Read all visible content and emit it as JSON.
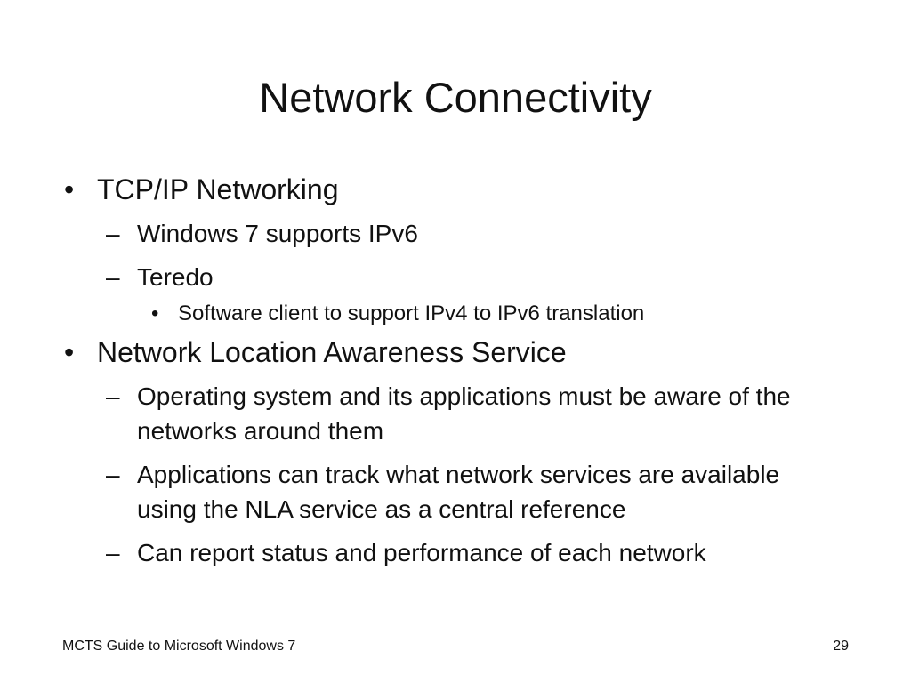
{
  "slide": {
    "title": "Network Connectivity",
    "bullets": [
      {
        "text": "TCP/IP Networking",
        "subitems": [
          {
            "text": "Windows 7 supports IPv6"
          },
          {
            "text": "Teredo",
            "subitems": [
              {
                "text": "Software client to support IPv4 to IPv6 translation"
              }
            ]
          }
        ]
      },
      {
        "text": "Network Location Awareness Service",
        "subitems": [
          {
            "text": "Operating system and its applications must be aware of the networks around them"
          },
          {
            "text": "Applications can track what network services are available using the NLA service as a central reference"
          },
          {
            "text": "Can report status and performance of each network"
          }
        ]
      }
    ],
    "markers": {
      "level1": "•",
      "level2": "–",
      "level3": "•"
    }
  },
  "footer": {
    "left": "MCTS Guide to Microsoft Windows 7",
    "page_number": "29"
  }
}
